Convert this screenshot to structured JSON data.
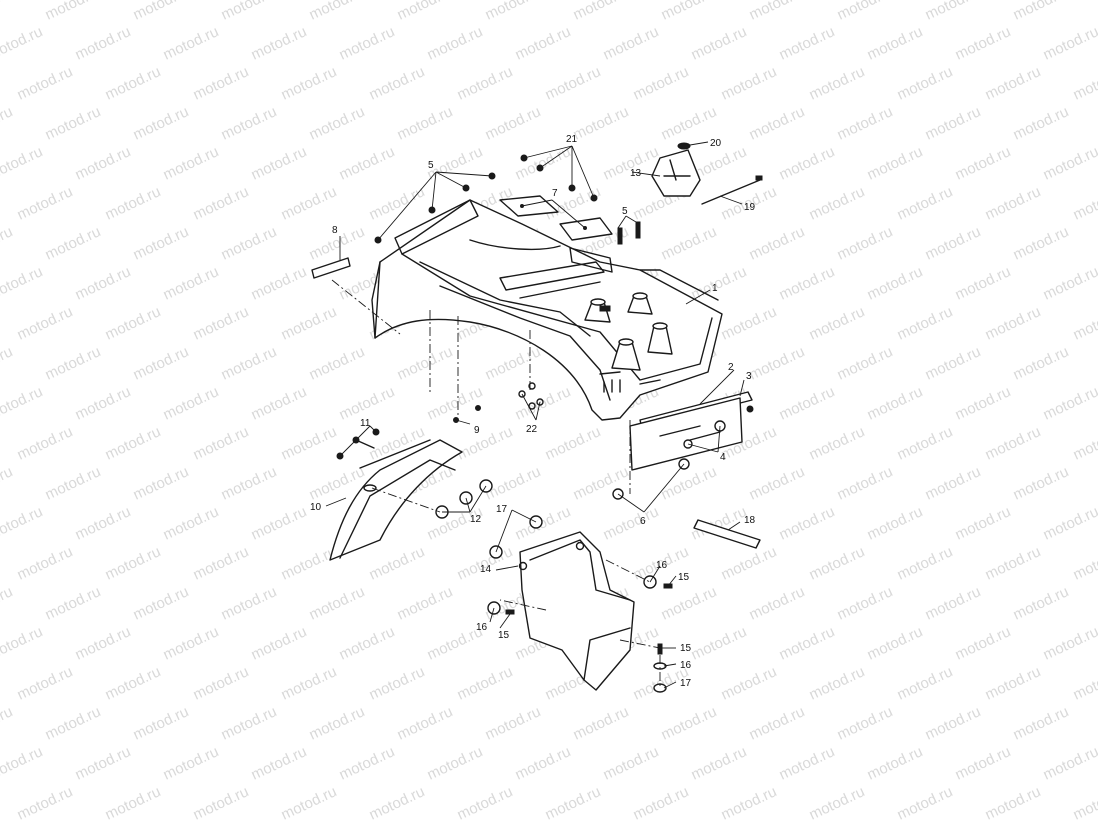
{
  "watermark": {
    "text": "motod.ru",
    "color": "#d9d9d9"
  },
  "callouts": [
    {
      "id": "c1",
      "text": "1"
    },
    {
      "id": "c2",
      "text": "2"
    },
    {
      "id": "c3",
      "text": "3"
    },
    {
      "id": "c4",
      "text": "4"
    },
    {
      "id": "c5a",
      "text": "5"
    },
    {
      "id": "c5b",
      "text": "5"
    },
    {
      "id": "c6",
      "text": "6"
    },
    {
      "id": "c7",
      "text": "7"
    },
    {
      "id": "c8",
      "text": "8"
    },
    {
      "id": "c9",
      "text": "9"
    },
    {
      "id": "c10",
      "text": "10"
    },
    {
      "id": "c11",
      "text": "11"
    },
    {
      "id": "c12",
      "text": "12"
    },
    {
      "id": "c13",
      "text": "13"
    },
    {
      "id": "c14",
      "text": "14"
    },
    {
      "id": "c15a",
      "text": "15"
    },
    {
      "id": "c15b",
      "text": "15"
    },
    {
      "id": "c15c",
      "text": "15"
    },
    {
      "id": "c16a",
      "text": "16"
    },
    {
      "id": "c16b",
      "text": "16"
    },
    {
      "id": "c16c",
      "text": "16"
    },
    {
      "id": "c17a",
      "text": "17"
    },
    {
      "id": "c17b",
      "text": "17"
    },
    {
      "id": "c18",
      "text": "18"
    },
    {
      "id": "c19",
      "text": "19"
    },
    {
      "id": "c20",
      "text": "20"
    },
    {
      "id": "c21",
      "text": "21"
    },
    {
      "id": "c22",
      "text": "22"
    }
  ]
}
